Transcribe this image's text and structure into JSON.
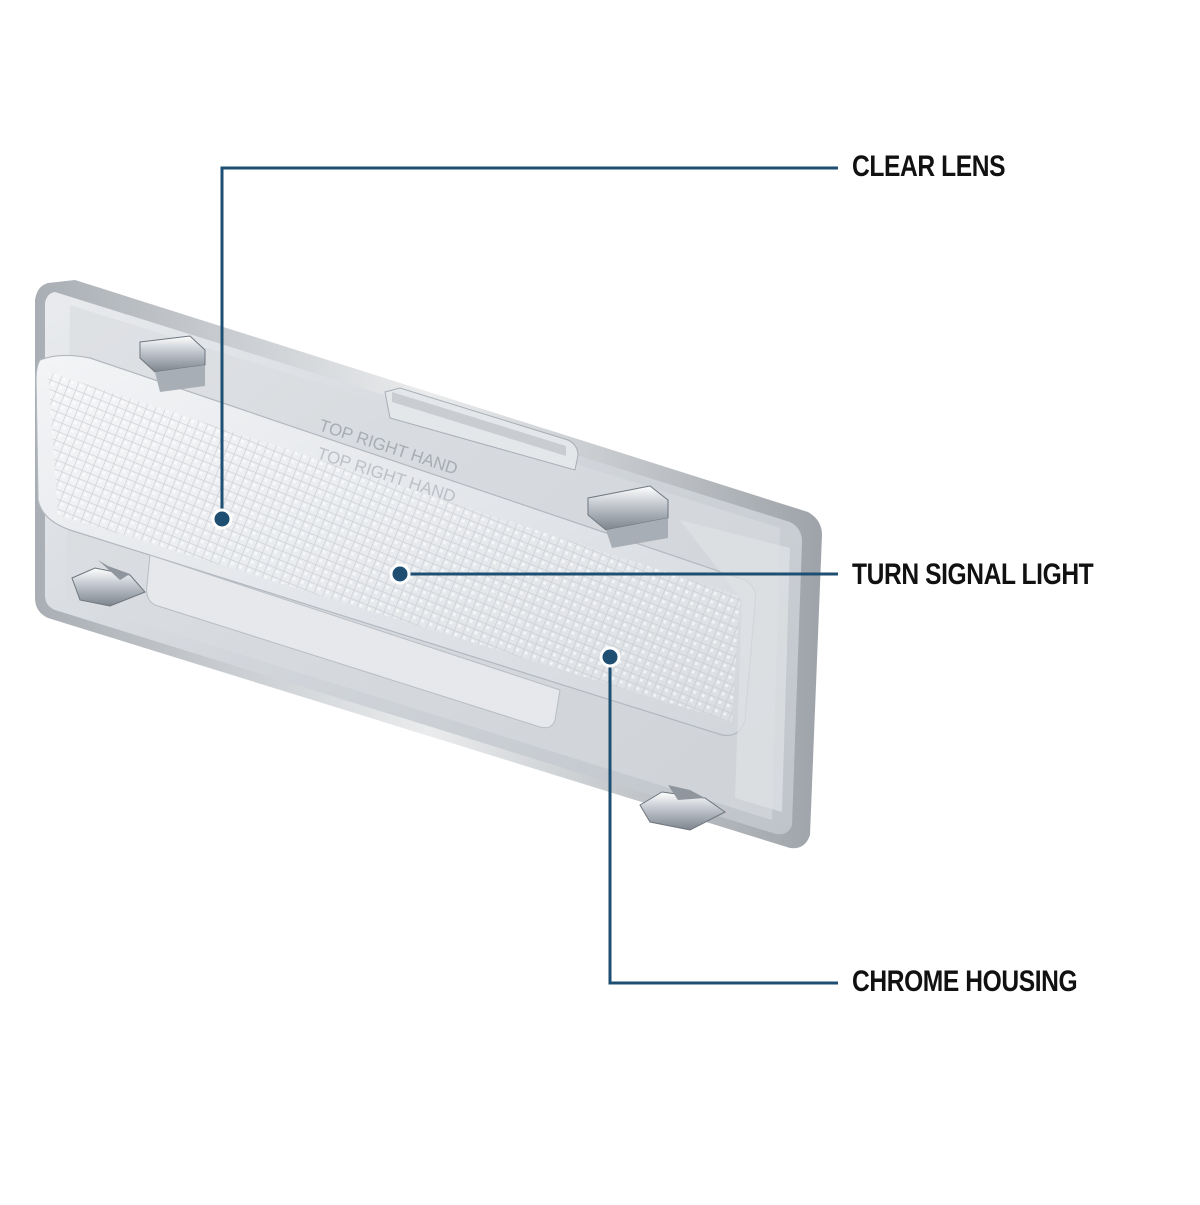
{
  "callouts": {
    "clear_lens": "CLEAR LENS",
    "turn_signal": "TURN SIGNAL LIGHT",
    "chrome_housing": "CHROME HOUSING"
  },
  "lens_embossing": {
    "line1": "TOP RIGHT HAND",
    "line2": "TOP RIGHT HAND"
  },
  "colors": {
    "callout_line": "#1f4e73",
    "callout_dot": "#1f4e73",
    "label_text": "#111111",
    "background": "#ffffff"
  }
}
